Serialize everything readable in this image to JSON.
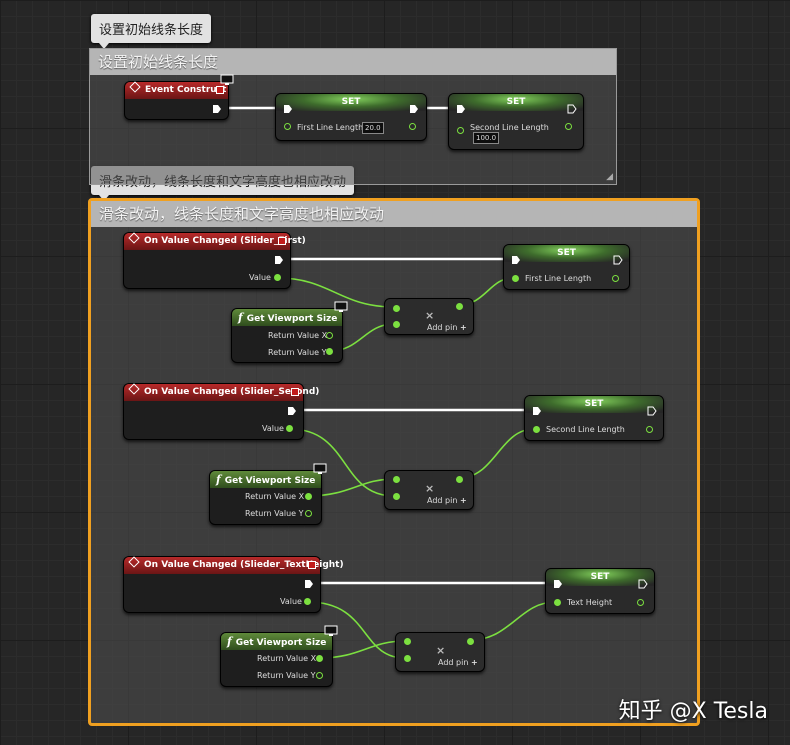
{
  "comments": [
    {
      "bubble": "设置初始线条长度",
      "title": "设置初始线条长度"
    },
    {
      "bubble": "滑条改动，线条长度和文字高度也相应改动",
      "title": "滑条改动，线条长度和文字高度也相应改动"
    }
  ],
  "nodes": {
    "event_construct": {
      "title": "Event Construct"
    },
    "set_first": {
      "title": "SET",
      "var_label": "First Line Length",
      "value": "20.0"
    },
    "set_second": {
      "title": "SET",
      "var_label": "Second Line Length",
      "value": "100.0"
    },
    "ev_slider_first": {
      "title": "On Value Changed (Slider_First)",
      "out_label": "Value"
    },
    "ev_slider_second": {
      "title": "On Value Changed (Slider_Second)",
      "out_label": "Value"
    },
    "ev_slider_text": {
      "title": "On Value Changed (Slieder_TextHeight)",
      "out_label": "Value"
    },
    "vp1": {
      "title": "Get Viewport Size",
      "x_label": "Return Value X",
      "y_label": "Return Value Y"
    },
    "vp2": {
      "title": "Get Viewport Size",
      "x_label": "Return Value X",
      "y_label": "Return Value Y"
    },
    "vp3": {
      "title": "Get Viewport Size",
      "x_label": "Return Value X",
      "y_label": "Return Value Y"
    },
    "mult": {
      "symbol": "×",
      "add_pin": "Add pin"
    },
    "set_b1": {
      "title": "SET",
      "var_label": "First Line Length"
    },
    "set_b2": {
      "title": "SET",
      "var_label": "Second Line Length"
    },
    "set_b3": {
      "title": "SET",
      "var_label": "Text Height"
    }
  },
  "colors": {
    "float_pin": "#7ce040",
    "exec": "#ffffff",
    "selection": "#f0a020"
  },
  "watermark": "知乎 @X Tesla"
}
